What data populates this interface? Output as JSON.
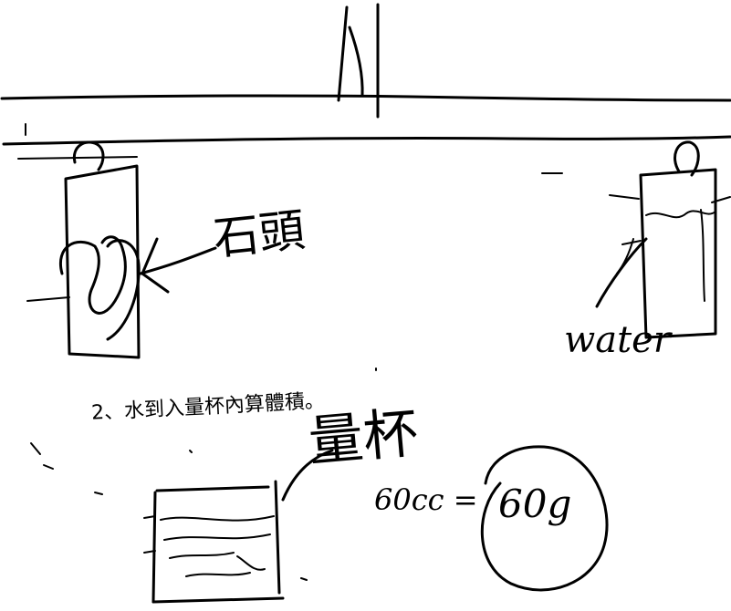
{
  "labels": {
    "stone": "石頭",
    "water": "water",
    "step": "2、水到入量杯內算體積。",
    "cup": "量杯",
    "volume": "60cc =",
    "mass": "60g"
  },
  "colors": {
    "ink": "#000000",
    "paper": "#ffffff"
  }
}
